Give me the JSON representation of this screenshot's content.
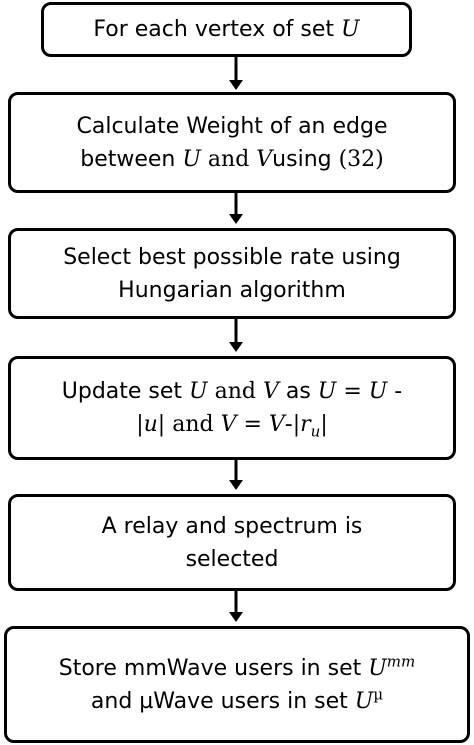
{
  "flowchart": {
    "steps": [
      {
        "id": "step1",
        "line1_text": "For each vertex of set ",
        "line1_var": "U"
      },
      {
        "id": "step2",
        "line1": "Calculate Weight of an edge",
        "line2_a": "between ",
        "line2_var_u": "U",
        "line2_b": " and ",
        "line2_var_v": "V",
        "line2_c": "using ",
        "line2_ref": "(32)"
      },
      {
        "id": "step3",
        "line1": "Select best possible rate using",
        "line2": "Hungarian algorithm"
      },
      {
        "id": "step4",
        "line1_a": "Update set ",
        "line1_u": "U",
        "line1_b": " and ",
        "line1_v": "V",
        "line1_c": " as ",
        "line1_eq": "U = U",
        "line1_d": " -",
        "line2_abs_u": "|u|",
        "line2_b": " and ",
        "line2_eq": "V = V",
        "line2_c": "-",
        "line2_abs_r": "|r",
        "line2_sub": "u",
        "line2_close": "|"
      },
      {
        "id": "step5",
        "line1": "A relay and spectrum is",
        "line2": "selected"
      },
      {
        "id": "step6",
        "line1_a": "Store mmWave users in set ",
        "line1_var": "U",
        "line1_sup": "mm",
        "line2_a": "and µWave users in set ",
        "line2_var": "U",
        "line2_sup": "µ"
      }
    ],
    "colors": {
      "stroke": "#000000",
      "background": "#ffffff"
    }
  }
}
